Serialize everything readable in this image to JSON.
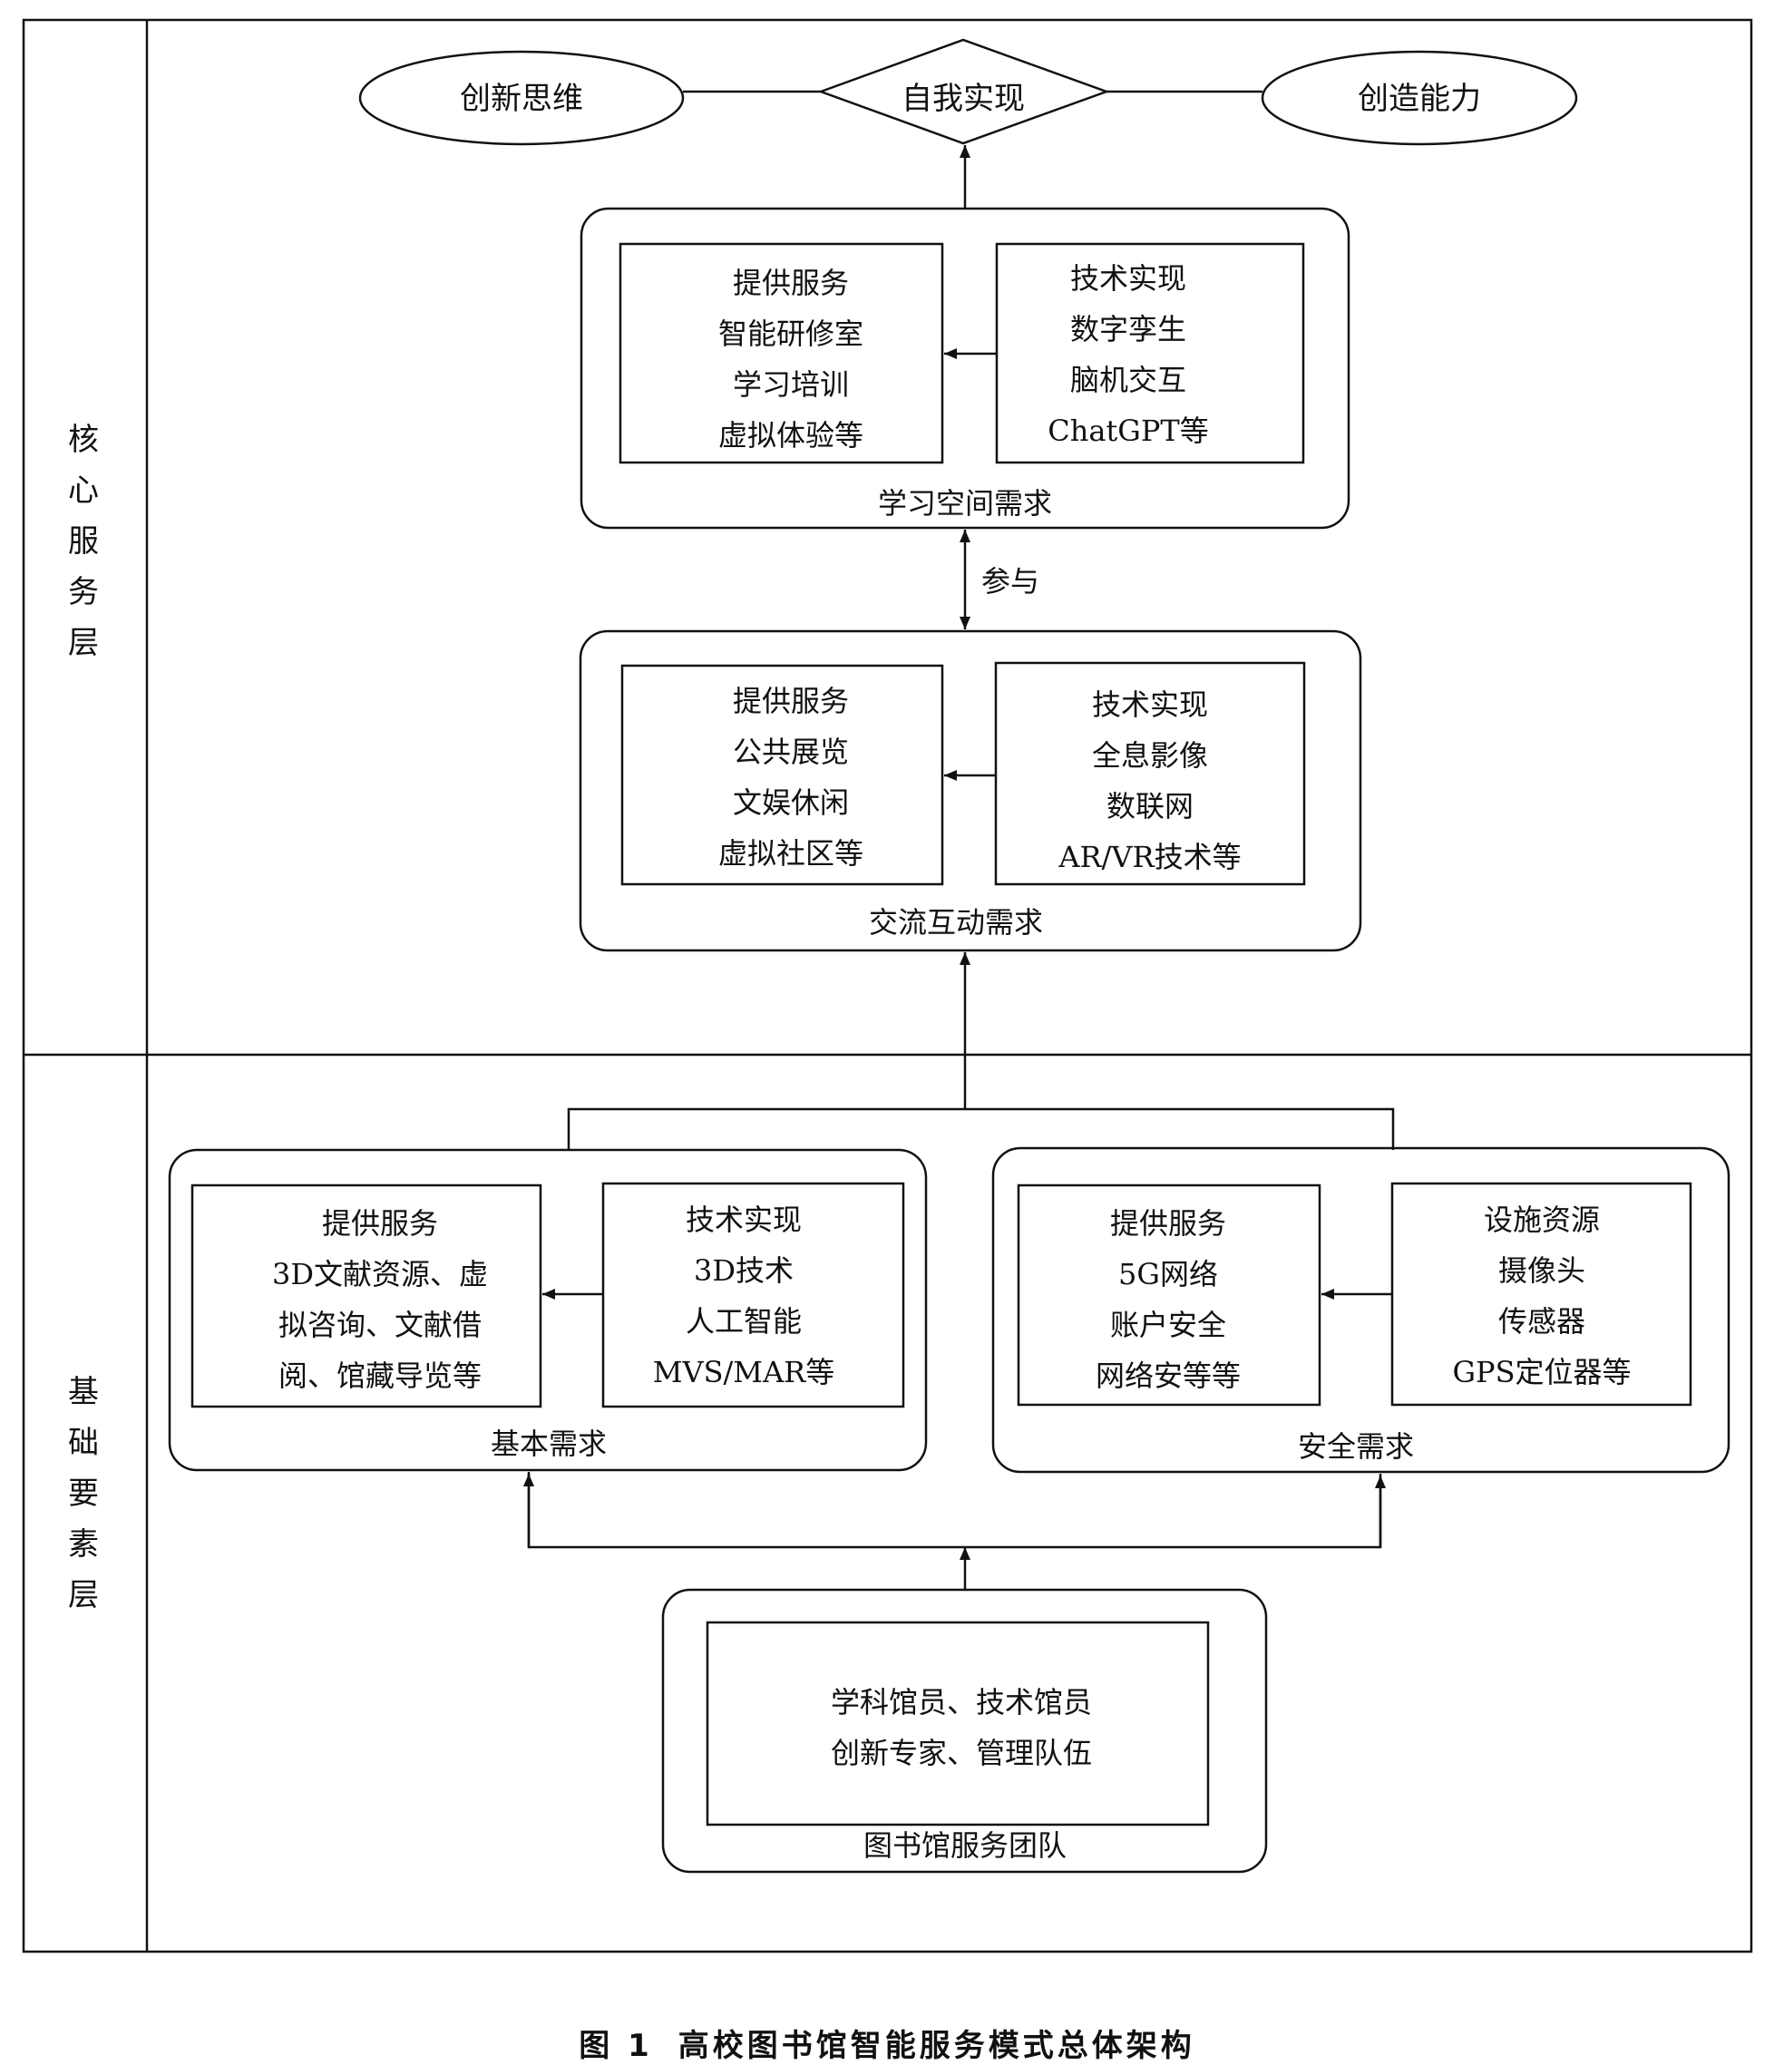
{
  "layers": {
    "core": "核\n心\n服\n务\n层",
    "base": "基\n础\n要\n素\n层"
  },
  "top": {
    "left_ellipse": "创新思维",
    "diamond": "自我实现",
    "right_ellipse": "创造能力"
  },
  "learning_space": {
    "label": "学习空间需求",
    "service": [
      "提供服务",
      "智能研修室",
      "学习培训",
      "虚拟体验等"
    ],
    "tech": [
      "技术实现",
      "数字孪生",
      "脑机交互",
      "ChatGPT等"
    ]
  },
  "participate": "参与",
  "interaction": {
    "label": "交流互动需求",
    "service": [
      "提供服务",
      "公共展览",
      "文娱休闲",
      "虚拟社区等"
    ],
    "tech": [
      "技术实现",
      "全息影像",
      "数联网",
      "AR/VR技术等"
    ]
  },
  "basic": {
    "label": "基本需求",
    "service": [
      "提供服务",
      "3D文献资源、虚",
      "拟咨询、文献借",
      "阅、馆藏导览等"
    ],
    "tech": [
      "技术实现",
      "3D技术",
      "人工智能",
      "MVS/MAR等"
    ]
  },
  "security": {
    "label": "安全需求",
    "service": [
      "提供服务",
      "5G网络",
      "账户安全",
      "网络安等等"
    ],
    "tech": [
      "设施资源",
      "摄像头",
      "传感器",
      "GPS定位器等"
    ]
  },
  "team": {
    "label": "图书馆服务团队",
    "members": [
      "学科馆员、技术馆员",
      "创新专家、管理队伍"
    ]
  },
  "caption": {
    "number": "图 1",
    "title": "高校图书馆智能服务模式总体架构"
  }
}
